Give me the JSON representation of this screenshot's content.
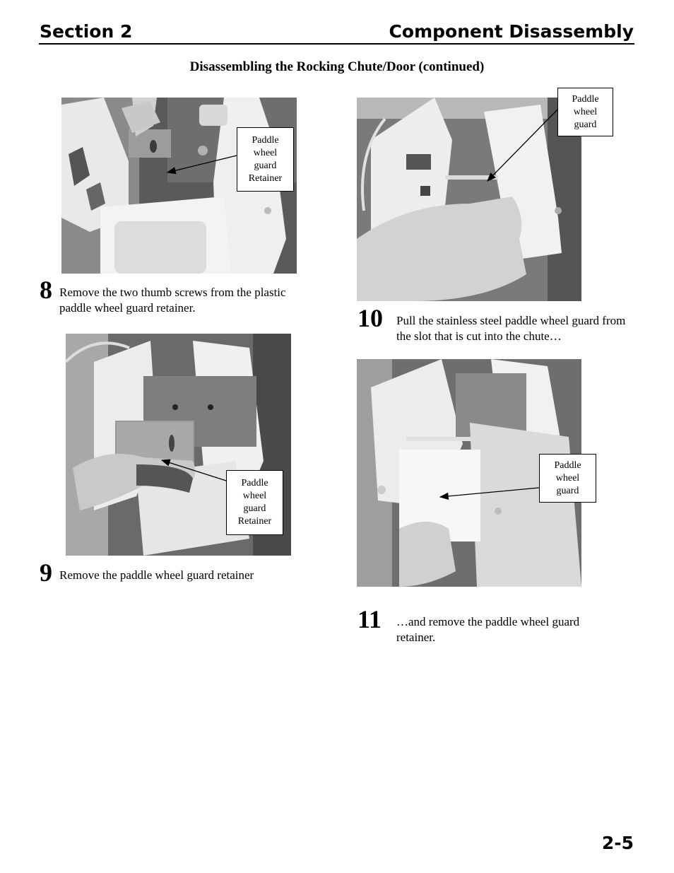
{
  "header": {
    "section": "Section 2",
    "title": "Component Disassembly"
  },
  "subtitle": "Disassembling the Rocking Chute/Door (continued)",
  "callouts": {
    "c8": "Paddle\nwheel\nguard\nRetainer",
    "c9": "Paddle\nwheel\nguard\nRetainer",
    "c10": "Paddle\nwheel\nguard",
    "c11": "Paddle\nwheel\nguard"
  },
  "steps": [
    {
      "number": "8",
      "text": "Remove the two thumb screws from the plastic paddle wheel guard retainer."
    },
    {
      "number": "9",
      "text": "Remove the paddle wheel guard retainer"
    },
    {
      "number": "10",
      "text": "Pull the stainless steel paddle wheel guard from the slot that is cut into the chute…"
    },
    {
      "number": "11",
      "text": "…and remove the paddle wheel guard\nretainer."
    }
  ],
  "page_number": "2-5"
}
